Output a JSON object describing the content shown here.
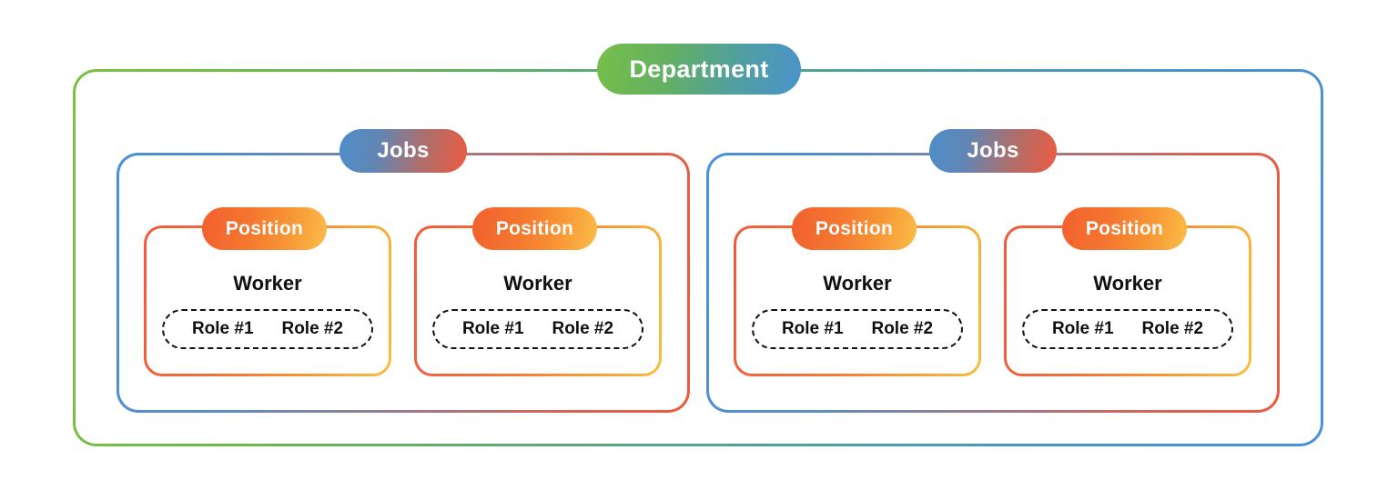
{
  "diagram": {
    "title": "Department",
    "type": "nested-hierarchy",
    "colors": {
      "green": "#7AC143",
      "blue": "#4A90D9",
      "red_orange": "#F05A3C",
      "yellow_orange": "#F8BE3C",
      "text_dark": "#101010",
      "pill_text": "#FFFFFF",
      "background": "#FFFFFF"
    },
    "department": {
      "label": "Department",
      "jobs": [
        {
          "label": "Jobs",
          "positions": [
            {
              "label": "Position",
              "worker_label": "Worker",
              "roles": [
                "Role #1",
                "Role #2"
              ]
            },
            {
              "label": "Position",
              "worker_label": "Worker",
              "roles": [
                "Role #1",
                "Role #2"
              ]
            }
          ]
        },
        {
          "label": "Jobs",
          "positions": [
            {
              "label": "Position",
              "worker_label": "Worker",
              "roles": [
                "Role #1",
                "Role #2"
              ]
            },
            {
              "label": "Position",
              "worker_label": "Worker",
              "roles": [
                "Role #1",
                "Role #2"
              ]
            }
          ]
        }
      ]
    }
  }
}
